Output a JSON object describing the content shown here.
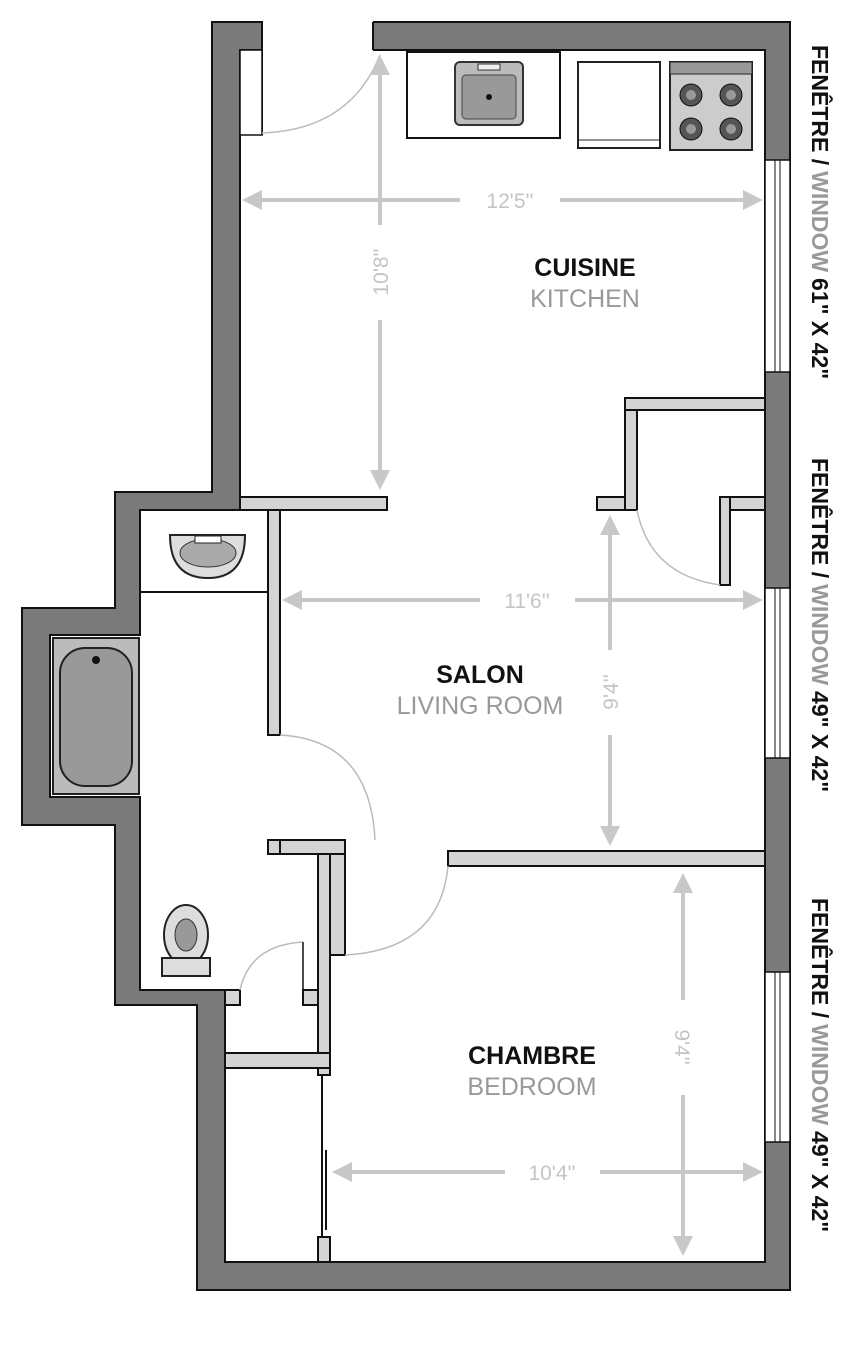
{
  "rooms": {
    "kitchen": {
      "fr": "CUISINE",
      "en": "KITCHEN",
      "width": "12'5''",
      "depth": "10'8''"
    },
    "living": {
      "fr": "SALON",
      "en": "LIVING ROOM",
      "width": "11'6''",
      "depth": "9'4''"
    },
    "bedroom": {
      "fr": "CHAMBRE",
      "en": "BEDROOM",
      "width": "10'4''",
      "depth": "9'4''"
    }
  },
  "windows": [
    {
      "fr": "FENÊTRE /",
      "en": "WINDOW",
      "size": "61\" X 42\""
    },
    {
      "fr": "FENÊTRE /",
      "en": "WINDOW",
      "size": "49\" X 42\""
    },
    {
      "fr": "FENÊTRE /",
      "en": "WINDOW",
      "size": "49\" X 42\""
    }
  ],
  "colors": {
    "exterior_wall": "#7a7a7a",
    "interior_wall": "#d4d4d4",
    "dimension": "#c8c8c8",
    "label_en": "#999999"
  }
}
